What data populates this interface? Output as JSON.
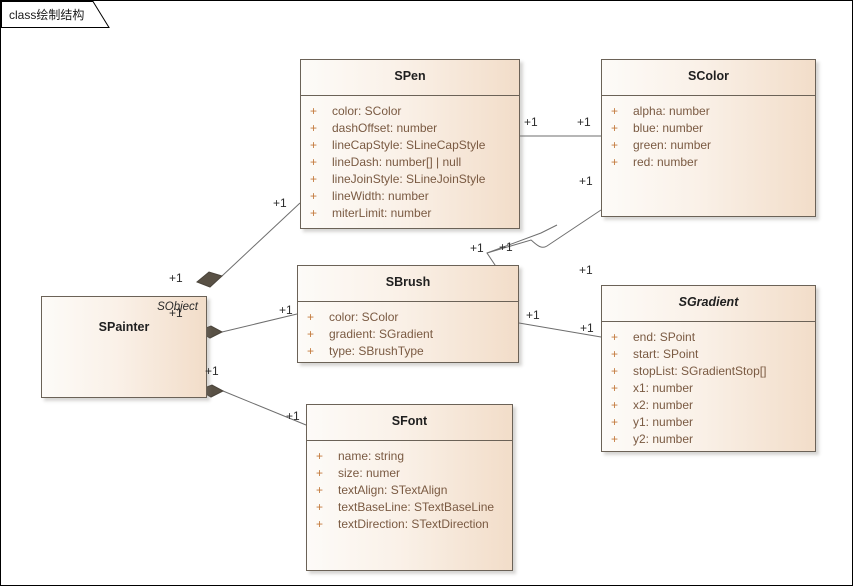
{
  "tab": {
    "label": "class绘制结构"
  },
  "palette": {
    "box_border": "#6b6257",
    "box_fill_light": "#fdfbf8",
    "box_fill_dark": "#f2ddc9",
    "attr_text": "#7a5a42",
    "visibility_plus": "#c3793c",
    "connector_line": "#6e6e6e",
    "diamond_fill": "#595145",
    "canvas_background": "#ffffff",
    "canvas_border": "#000000"
  },
  "classes": [
    {
      "id": "spen",
      "name": "SPen",
      "abstract": false,
      "attributes": [
        {
          "visibility": "+",
          "signature": "color: SColor"
        },
        {
          "visibility": "+",
          "signature": "dashOffset: number"
        },
        {
          "visibility": "+",
          "signature": "lineCapStyle: SLineCapStyle"
        },
        {
          "visibility": "+",
          "signature": "lineDash: number[] | null"
        },
        {
          "visibility": "+",
          "signature": "lineJoinStyle: SLineJoinStyle"
        },
        {
          "visibility": "+",
          "signature": "lineWidth: number"
        },
        {
          "visibility": "+",
          "signature": "miterLimit: number"
        }
      ]
    },
    {
      "id": "scolor",
      "name": "SColor",
      "abstract": false,
      "attributes": [
        {
          "visibility": "+",
          "signature": "alpha: number"
        },
        {
          "visibility": "+",
          "signature": "blue: number"
        },
        {
          "visibility": "+",
          "signature": "green: number"
        },
        {
          "visibility": "+",
          "signature": "red: number"
        }
      ]
    },
    {
      "id": "sbrush",
      "name": "SBrush",
      "abstract": false,
      "attributes": [
        {
          "visibility": "+",
          "signature": "color: SColor"
        },
        {
          "visibility": "+",
          "signature": "gradient: SGradient"
        },
        {
          "visibility": "+",
          "signature": "type: SBrushType"
        }
      ]
    },
    {
      "id": "sgradient",
      "name": "SGradient",
      "abstract": true,
      "attributes": [
        {
          "visibility": "+",
          "signature": "end: SPoint"
        },
        {
          "visibility": "+",
          "signature": "start: SPoint"
        },
        {
          "visibility": "+",
          "signature": "stopList: SGradientStop[]"
        },
        {
          "visibility": "+",
          "signature": "x1: number"
        },
        {
          "visibility": "+",
          "signature": "x2: number"
        },
        {
          "visibility": "+",
          "signature": "y1: number"
        },
        {
          "visibility": "+",
          "signature": "y2: number"
        }
      ]
    },
    {
      "id": "sfont",
      "name": "SFont",
      "abstract": false,
      "attributes": [
        {
          "visibility": "+",
          "signature": "name: string"
        },
        {
          "visibility": "+",
          "signature": "size: numer"
        },
        {
          "visibility": "+",
          "signature": "textAlign: STextAlign"
        },
        {
          "visibility": "+",
          "signature": "textBaseLine: STextBaseLine"
        },
        {
          "visibility": "+",
          "signature": "textDirection: STextDirection"
        }
      ]
    },
    {
      "id": "spainter",
      "name": "SPainter",
      "stereotype": "SObject",
      "abstract": false,
      "attributes": []
    }
  ],
  "multiplicities": [
    {
      "id": "m-painter-pen-source",
      "text": "+1"
    },
    {
      "id": "m-pen-painter-target",
      "text": "+1"
    },
    {
      "id": "m-pen-color-source",
      "text": "+1"
    },
    {
      "id": "m-color-pen-target",
      "text": "+1"
    },
    {
      "id": "m-color-brush-source",
      "text": "+1"
    },
    {
      "id": "m-brush-color-target",
      "text": "+1"
    },
    {
      "id": "m-painter-brush-source",
      "text": "+1"
    },
    {
      "id": "m-brush-painter-target",
      "text": "+1"
    },
    {
      "id": "m-brush-grad-source",
      "text": "+1"
    },
    {
      "id": "m-grad-brush-target",
      "text": "+1"
    },
    {
      "id": "m-painter-font-source",
      "text": "+1"
    },
    {
      "id": "m-font-painter-target",
      "text": "+1"
    }
  ]
}
